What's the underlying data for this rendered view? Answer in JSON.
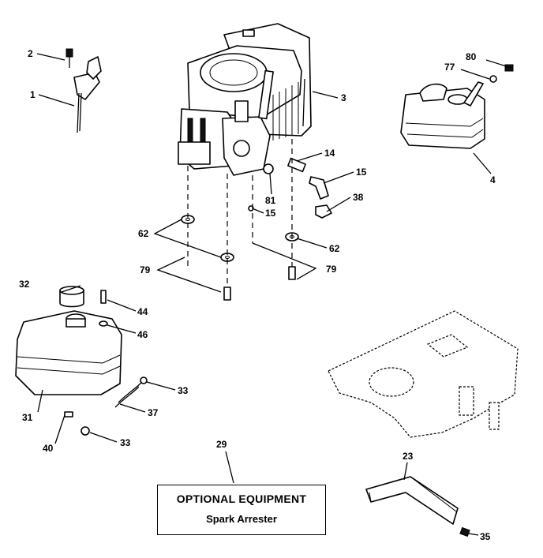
{
  "callouts": {
    "c1": "1",
    "c2": "2",
    "c3": "3",
    "c4": "4",
    "c14": "14",
    "c15a": "15",
    "c15b": "15",
    "c23": "23",
    "c29": "29",
    "c31": "31",
    "c32": "32",
    "c33a": "33",
    "c33b": "33",
    "c35": "35",
    "c37": "37",
    "c38": "38",
    "c40": "40",
    "c44": "44",
    "c46": "46",
    "c62a": "62",
    "c62b": "62",
    "c77": "77",
    "c79a": "79",
    "c79b": "79",
    "c80": "80",
    "c81": "81"
  },
  "optional_box": {
    "title": "OPTIONAL EQUIPMENT",
    "subtitle": "Spark Arrester"
  }
}
